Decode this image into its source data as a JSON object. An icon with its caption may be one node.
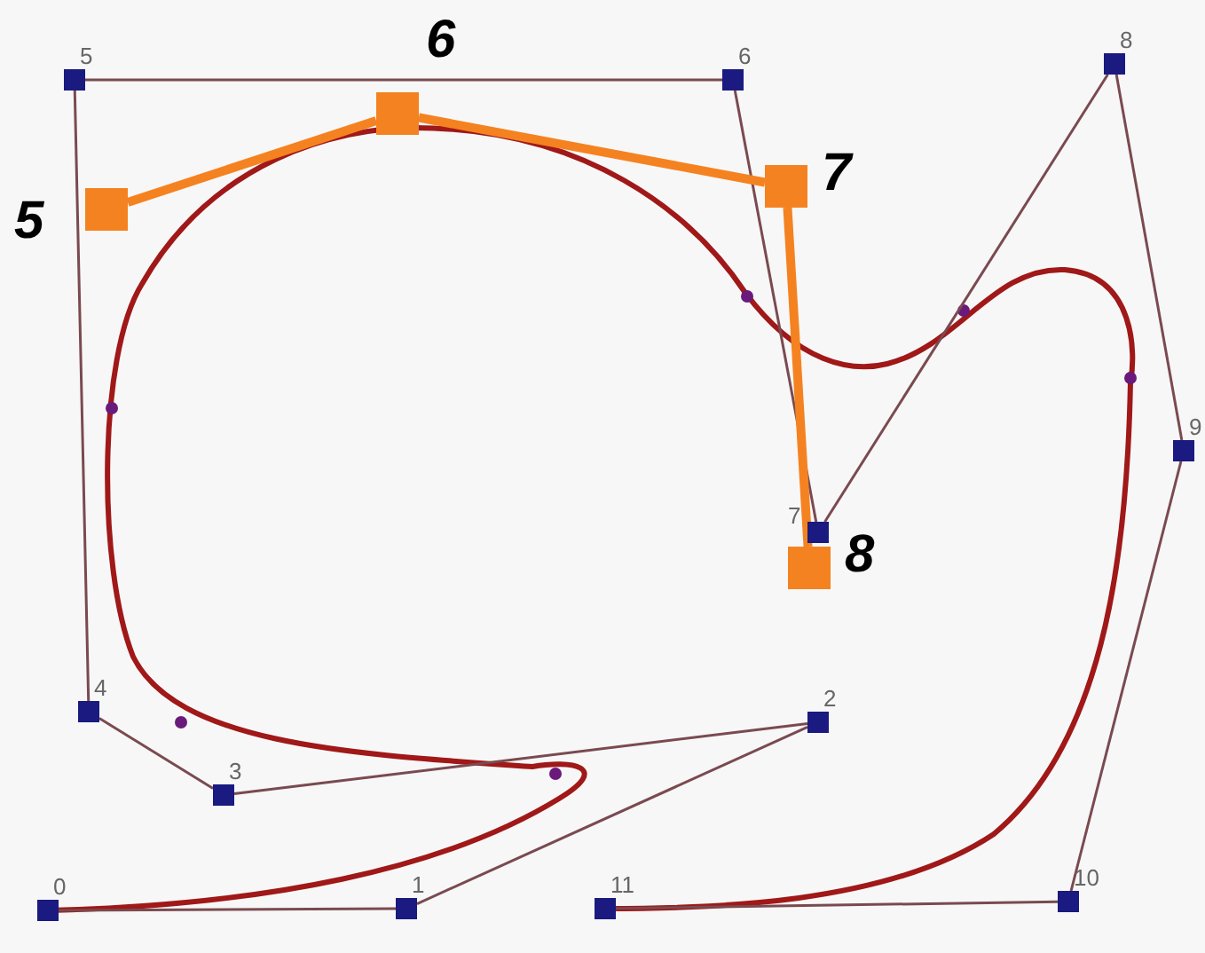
{
  "diagram": {
    "nodes": [
      {
        "text": [],
        "shape": "box",
        "beside": [
          "0"
        ]
      },
      {
        "text": [],
        "shape": "box",
        "beside": [
          "1"
        ]
      },
      {
        "text": [],
        "shape": "box",
        "beside": [
          "2"
        ]
      },
      {
        "text": [],
        "shape": "box",
        "beside": [
          "3"
        ]
      },
      {
        "text": [],
        "shape": "box",
        "beside": [
          "4"
        ]
      },
      {
        "text": [],
        "shape": "box",
        "beside": [
          "5"
        ]
      },
      {
        "text": [],
        "shape": "box",
        "beside": [
          "6"
        ]
      },
      {
        "text": [],
        "shape": "box",
        "beside": [
          "7"
        ]
      },
      {
        "text": [],
        "shape": "box",
        "beside": [
          "8"
        ]
      },
      {
        "text": [],
        "shape": "box",
        "beside": [
          "9"
        ]
      },
      {
        "text": [],
        "shape": "box",
        "beside": [
          "10"
        ]
      },
      {
        "text": [],
        "shape": "box",
        "beside": [
          "11"
        ]
      },
      {
        "text": [],
        "shape": "box",
        "beside": [
          "5"
        ]
      },
      {
        "text": [],
        "shape": "box",
        "beside": [
          "6"
        ]
      },
      {
        "text": [],
        "shape": "box",
        "beside": [
          "7"
        ]
      },
      {
        "text": [],
        "shape": "box",
        "beside": [
          "8"
        ]
      }
    ],
    "edges": [
      {
        "from": 0,
        "to": 1,
        "arrow": "none"
      },
      {
        "from": 1,
        "to": 2,
        "arrow": "none"
      },
      {
        "from": 2,
        "to": 3,
        "arrow": "none"
      },
      {
        "from": 3,
        "to": 4,
        "arrow": "none"
      },
      {
        "from": 4,
        "to": 5,
        "arrow": "none"
      },
      {
        "from": 5,
        "to": 6,
        "arrow": "none"
      },
      {
        "from": 6,
        "to": 7,
        "arrow": "none"
      },
      {
        "from": 7,
        "to": 8,
        "arrow": "none"
      },
      {
        "from": 8,
        "to": 9,
        "arrow": "none"
      },
      {
        "from": 9,
        "to": 10,
        "arrow": "none"
      },
      {
        "from": 10,
        "to": 11,
        "arrow": "none"
      },
      {
        "from": 12,
        "to": 13,
        "arrow": "none",
        "style": "thick",
        "color": "#f58220"
      },
      {
        "from": 13,
        "to": 14,
        "arrow": "none",
        "style": "thick",
        "color": "#f58220"
      },
      {
        "from": 14,
        "to": 15,
        "arrow": "none",
        "style": "thick",
        "color": "#f58220"
      }
    ]
  }
}
